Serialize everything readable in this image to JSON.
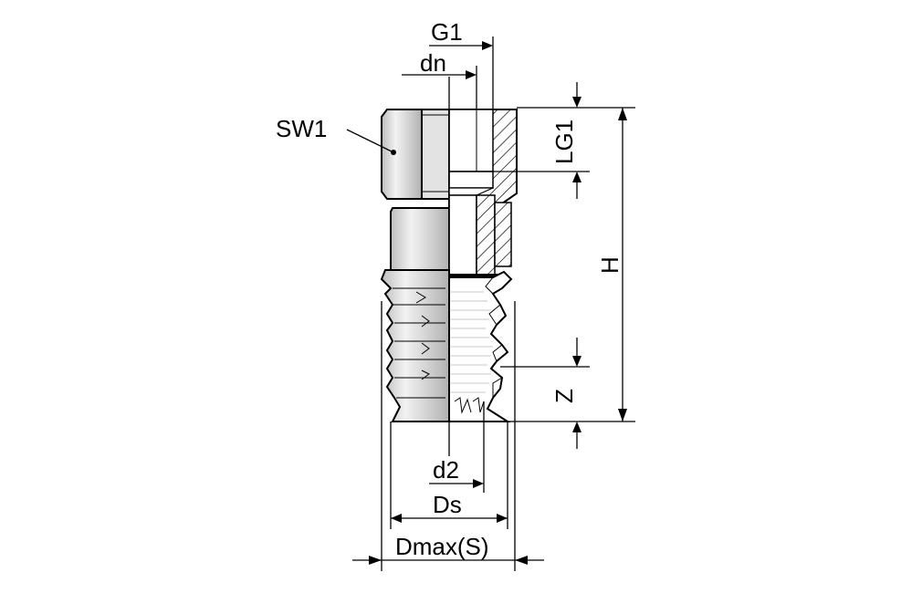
{
  "drawing": {
    "labels": {
      "g1": "G1",
      "dn": "dn",
      "sw1": "SW1",
      "lg1": "LG1",
      "h": "H",
      "z": "Z",
      "d2": "d2",
      "ds": "Ds",
      "dmax": "Dmax(S)"
    },
    "colors": {
      "outline": "#000000",
      "body_fill": "#d9d9d9",
      "body_light": "#efefef",
      "body_shade": "#b5b5b5",
      "section_fill": "#ffffff"
    }
  }
}
